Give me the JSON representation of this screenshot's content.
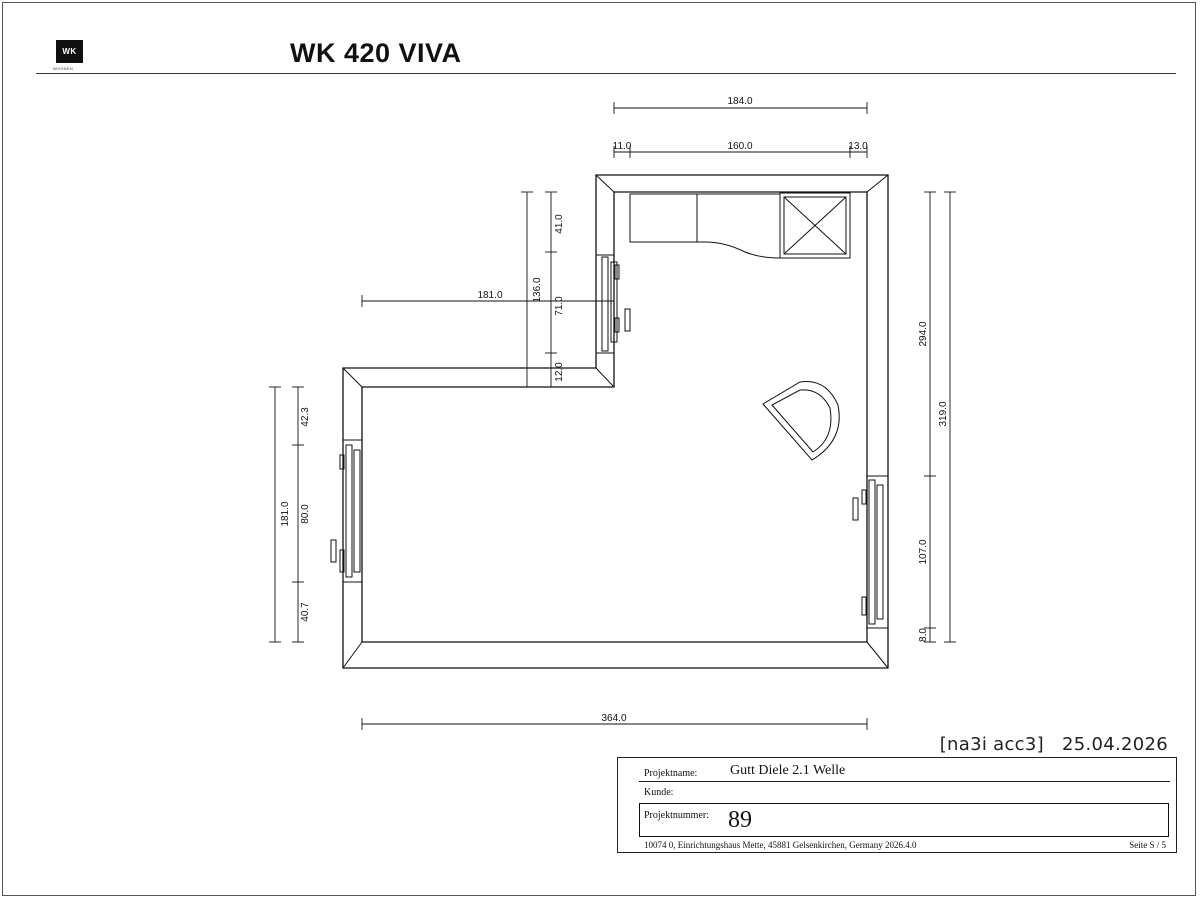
{
  "header": {
    "logo_text": "WK",
    "logo_sub": "WOHNEN",
    "title": "WK 420 VIVA"
  },
  "dimensions": {
    "top_overall": "184.0",
    "top_left": "11.0",
    "top_mid": "160.0",
    "top_right": "13.0",
    "alcove_41": "41.0",
    "alcove_136": "136.0",
    "alcove_71": "71.0",
    "alcove_12": "12.0",
    "alcove_width": "181.0",
    "left_42": "42.3",
    "left_80": "80.0",
    "left_181": "181.0",
    "left_40": "40.7",
    "right_294": "294.0",
    "right_319": "319.0",
    "right_107": "107.0",
    "right_8": "8.0",
    "bottom_overall": "364.0"
  },
  "stamp": {
    "code": "[na3i acc3]",
    "date": "25.04.2026"
  },
  "title_block": {
    "project_name_label": "Projektname:",
    "project_name": "Gutt Diele 2.1 Welle",
    "customer_label": "Kunde:",
    "customer": "",
    "project_number_label": "Projektnummer:",
    "project_number": "89",
    "footer_left": "10074 0, Einrichtungshaus Mette, 45881 Gelsenkirchen, Germany 2026.4.0",
    "footer_right": "Seite S / 5"
  }
}
